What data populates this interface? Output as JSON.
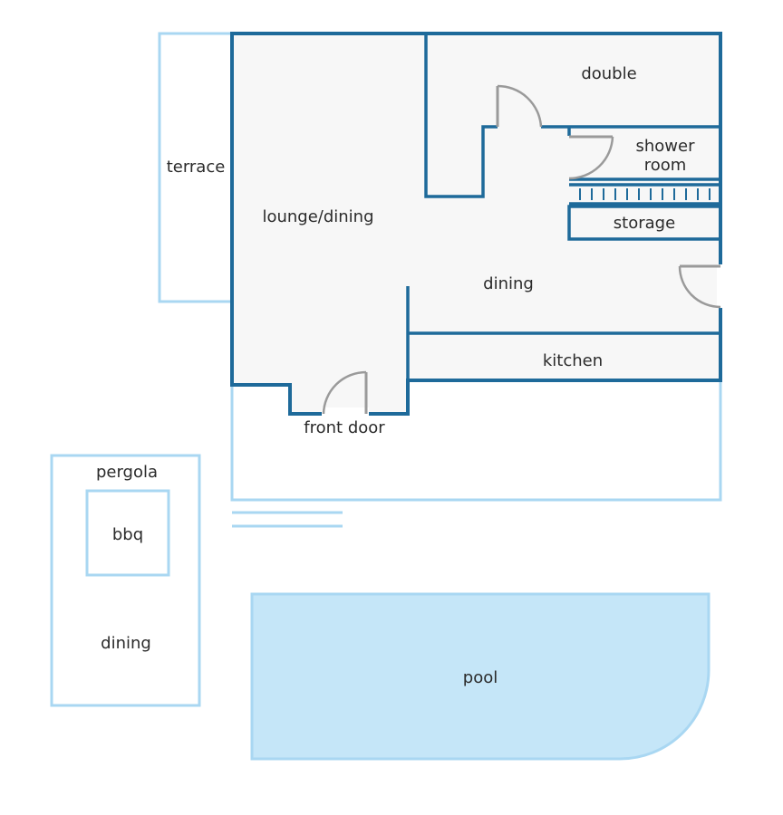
{
  "floorplan": {
    "colors": {
      "wall": "#1e6a9a",
      "outdoor_outline": "#a9d7f2",
      "pool_fill": "#c5e6f8",
      "floor_fill": "#f7f7f7",
      "door": "#9a9a9a",
      "text": "#2b2b2b"
    },
    "rooms": {
      "terrace": "terrace",
      "lounge_dining": "lounge/dining",
      "double": "double",
      "shower_room_line1": "shower",
      "shower_room_line2": "room",
      "storage": "storage",
      "dining": "dining",
      "kitchen": "kitchen",
      "front_door": "front door",
      "pergola": "pergola",
      "bbq": "bbq",
      "pergola_dining": "dining",
      "pool": "pool"
    }
  }
}
